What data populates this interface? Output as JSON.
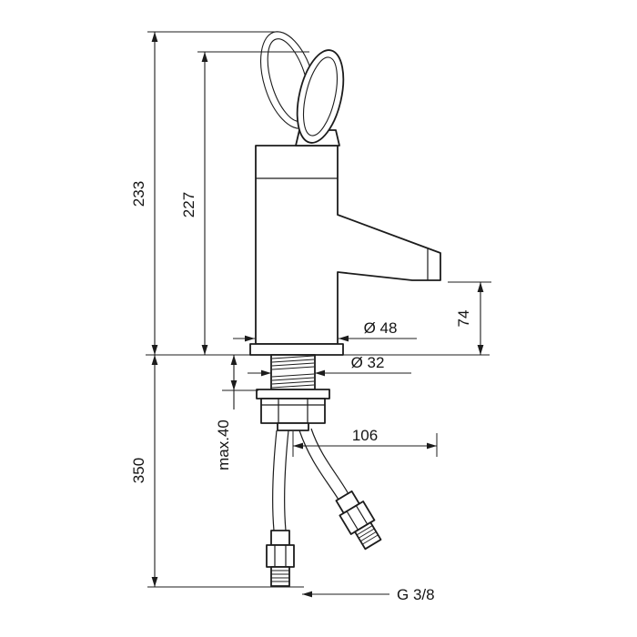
{
  "drawing": {
    "dimensions": {
      "height_total": "233",
      "height_handle_top": "227",
      "outlet_height": "74",
      "base_diameter": "Ø 48",
      "shank_diameter": "Ø 32",
      "max_mounting_thickness": "max.40",
      "hose_length": "350",
      "horizontal_reach": "106",
      "connection_thread": "G 3/8"
    }
  }
}
